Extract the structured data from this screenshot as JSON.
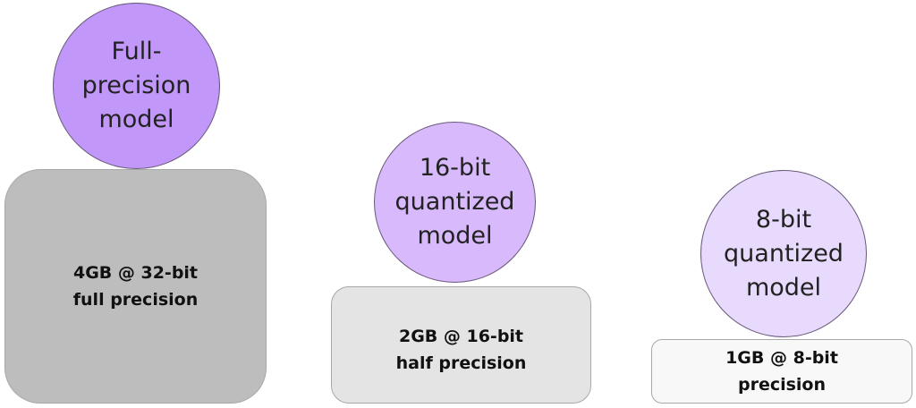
{
  "models": [
    {
      "name": "Full-\nprecision\nmodel",
      "memory": "4GB @ 32-bit\nfull precision",
      "circle_color": "#c197fa",
      "box_color": "#bdbdbd"
    },
    {
      "name": "16-bit\nquantized\nmodel",
      "memory": "2GB @ 16-bit\nhalf precision",
      "circle_color": "#d8b9fb",
      "box_color": "#e4e4e4"
    },
    {
      "name": "8-bit\nquantized\nmodel",
      "memory": "1GB @ 8-bit\nprecision",
      "circle_color": "#e8dafc",
      "box_color": "#f8f8f8"
    }
  ]
}
